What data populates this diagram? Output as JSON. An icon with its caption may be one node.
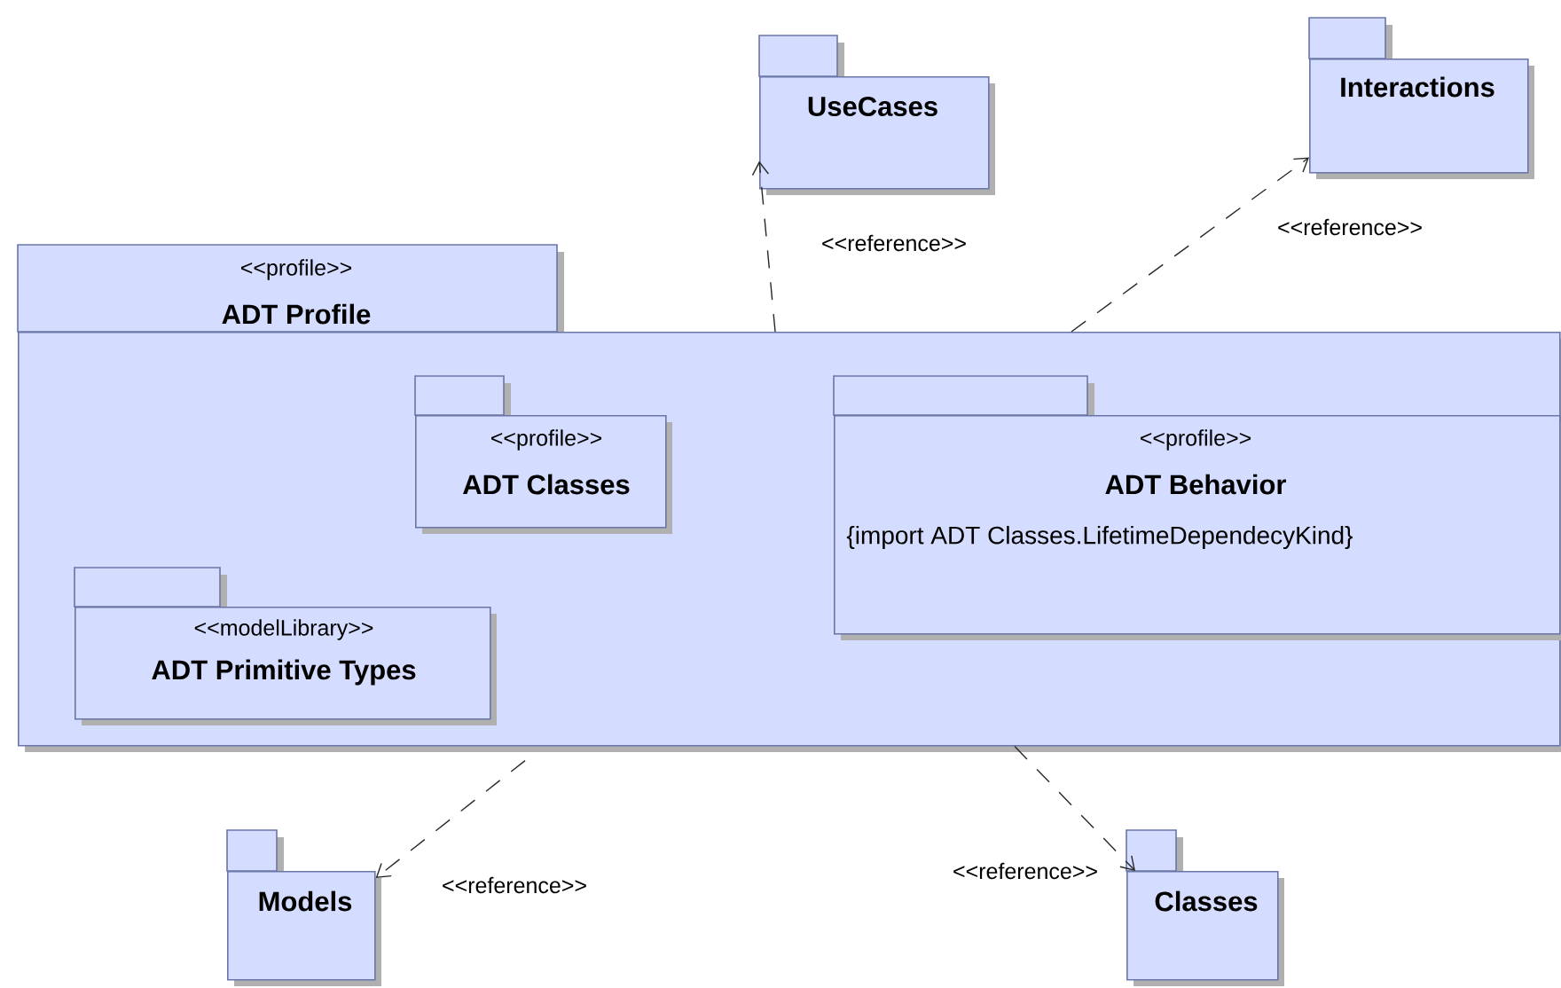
{
  "diagram": {
    "nodes": [
      {
        "text": [
          "UseCases"
        ]
      },
      {
        "text": [
          "Interactions"
        ]
      },
      {
        "text": [
          "<<profile>>",
          "ADT Profile"
        ]
      },
      {
        "text": [
          "<<profile>>",
          "ADT Classes"
        ],
        "in": 2
      },
      {
        "text": [
          "<<profile>>",
          "ADT Behavior",
          "{import ADT Classes.LifetimeDependecyKind}"
        ],
        "in": 2
      },
      {
        "text": [
          "<<modelLibrary>>",
          "ADT Primitive Types"
        ],
        "in": 2
      },
      {
        "text": [
          "Models"
        ]
      },
      {
        "text": [
          "Classes"
        ]
      }
    ],
    "edges": [
      {
        "from": 2,
        "to": 0,
        "arrow": "to",
        "style": "dashed",
        "label": "<<reference>>"
      },
      {
        "from": 2,
        "to": 1,
        "arrow": "to",
        "style": "dashed",
        "label": "<<reference>>"
      },
      {
        "from": 2,
        "to": 6,
        "arrow": "to",
        "style": "dashed",
        "label": "<<reference>>"
      },
      {
        "from": 2,
        "to": 7,
        "arrow": "to",
        "style": "dashed",
        "label": "<<reference>>"
      }
    ]
  }
}
